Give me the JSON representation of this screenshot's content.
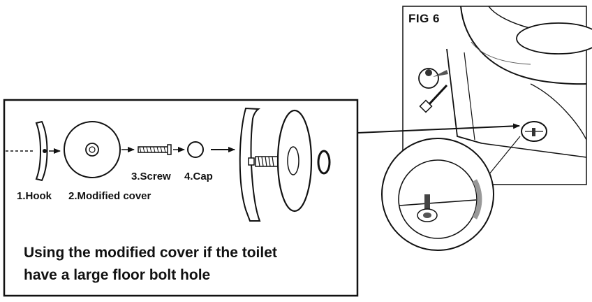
{
  "figure_label": "FIG 6",
  "parts": {
    "hook": "1.Hook",
    "cover": "2.Modified cover",
    "screw": "3.Screw",
    "cap": "4.Cap"
  },
  "caption": {
    "line1": "Using the modified cover if the toilet",
    "line2": "have a large floor bolt hole"
  },
  "colors": {
    "line": "#111111",
    "background": "#ffffff"
  }
}
